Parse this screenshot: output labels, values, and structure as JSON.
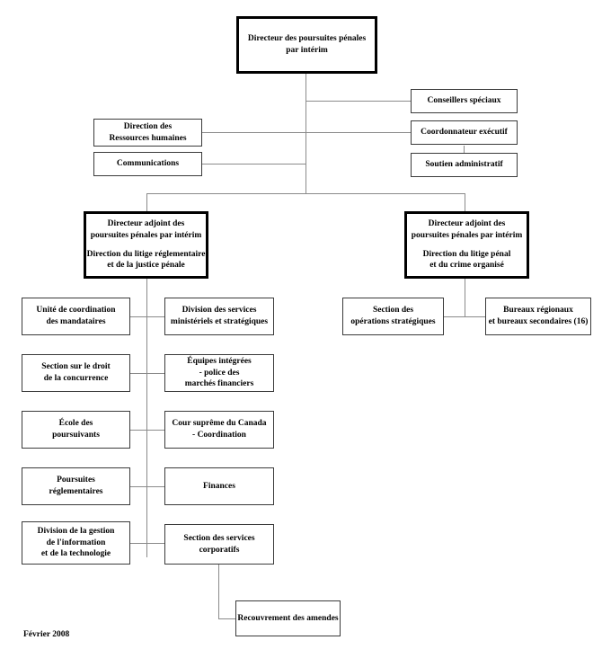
{
  "chart_data": {
    "type": "diagram",
    "title": "Organigramme — Directeur des poursuites pénales",
    "footer_date": "Février 2008"
  },
  "nodes": {
    "director": {
      "line1": "Directeur des poursuites pénales",
      "line2": "par intérim"
    },
    "special_advisors": {
      "line1": "Conseillers spéciaux"
    },
    "executive_coordinator": {
      "line1": "Coordonnateur exécutif"
    },
    "administrative_support": {
      "line1": "Soutien administratif"
    },
    "human_resources": {
      "line1": "Direction des",
      "line2": "Ressources humaines"
    },
    "communications": {
      "line1": "Communications"
    },
    "deputy_left": {
      "block1_line1": "Directeur adjoint des",
      "block1_line2": "poursuites pénales par intérim",
      "block2_line1": "Direction du litige réglementaire",
      "block2_line2": "et de la justice pénale"
    },
    "deputy_right": {
      "block1_line1": "Directeur adjoint des",
      "block1_line2": "poursuites pénales par intérim",
      "block2_line1": "Direction du litige pénal",
      "block2_line2": "et du crime organisé"
    },
    "strategic_operations": {
      "line1": "Section des",
      "line2": "opérations stratégiques"
    },
    "regional_offices": {
      "line1": "Bureaux régionaux",
      "line2": "et bureaux secondaires (16)"
    },
    "mandataries_unit": {
      "line1": "Unité de coordination",
      "line2": "des mandataires"
    },
    "ministerial_services": {
      "line1": "Division des services",
      "line2": "ministériels et stratégiques"
    },
    "competition_law": {
      "line1": "Section sur le droit",
      "line2": "de la concurrence"
    },
    "integrated_teams": {
      "line1": "Équipes intégrées",
      "line2": "- police des",
      "line3": "marchés financiers"
    },
    "prosecutors_school": {
      "line1": "École des",
      "line2": "poursuivants"
    },
    "supreme_court": {
      "line1": "Cour suprême du Canada",
      "line2": "- Coordination"
    },
    "regulatory_prosecutions": {
      "line1": "Poursuites",
      "line2": "réglementaires"
    },
    "finances": {
      "line1": "Finances"
    },
    "information_management": {
      "line1": "Division de la gestion",
      "line2": "de l'information",
      "line3": "et de la technologie"
    },
    "corporate_services": {
      "line1": "Section des services",
      "line2": "corporatifs"
    },
    "fine_recovery": {
      "line1": "Recouvrement des amendes"
    }
  },
  "footer": {
    "date": "Février 2008"
  }
}
